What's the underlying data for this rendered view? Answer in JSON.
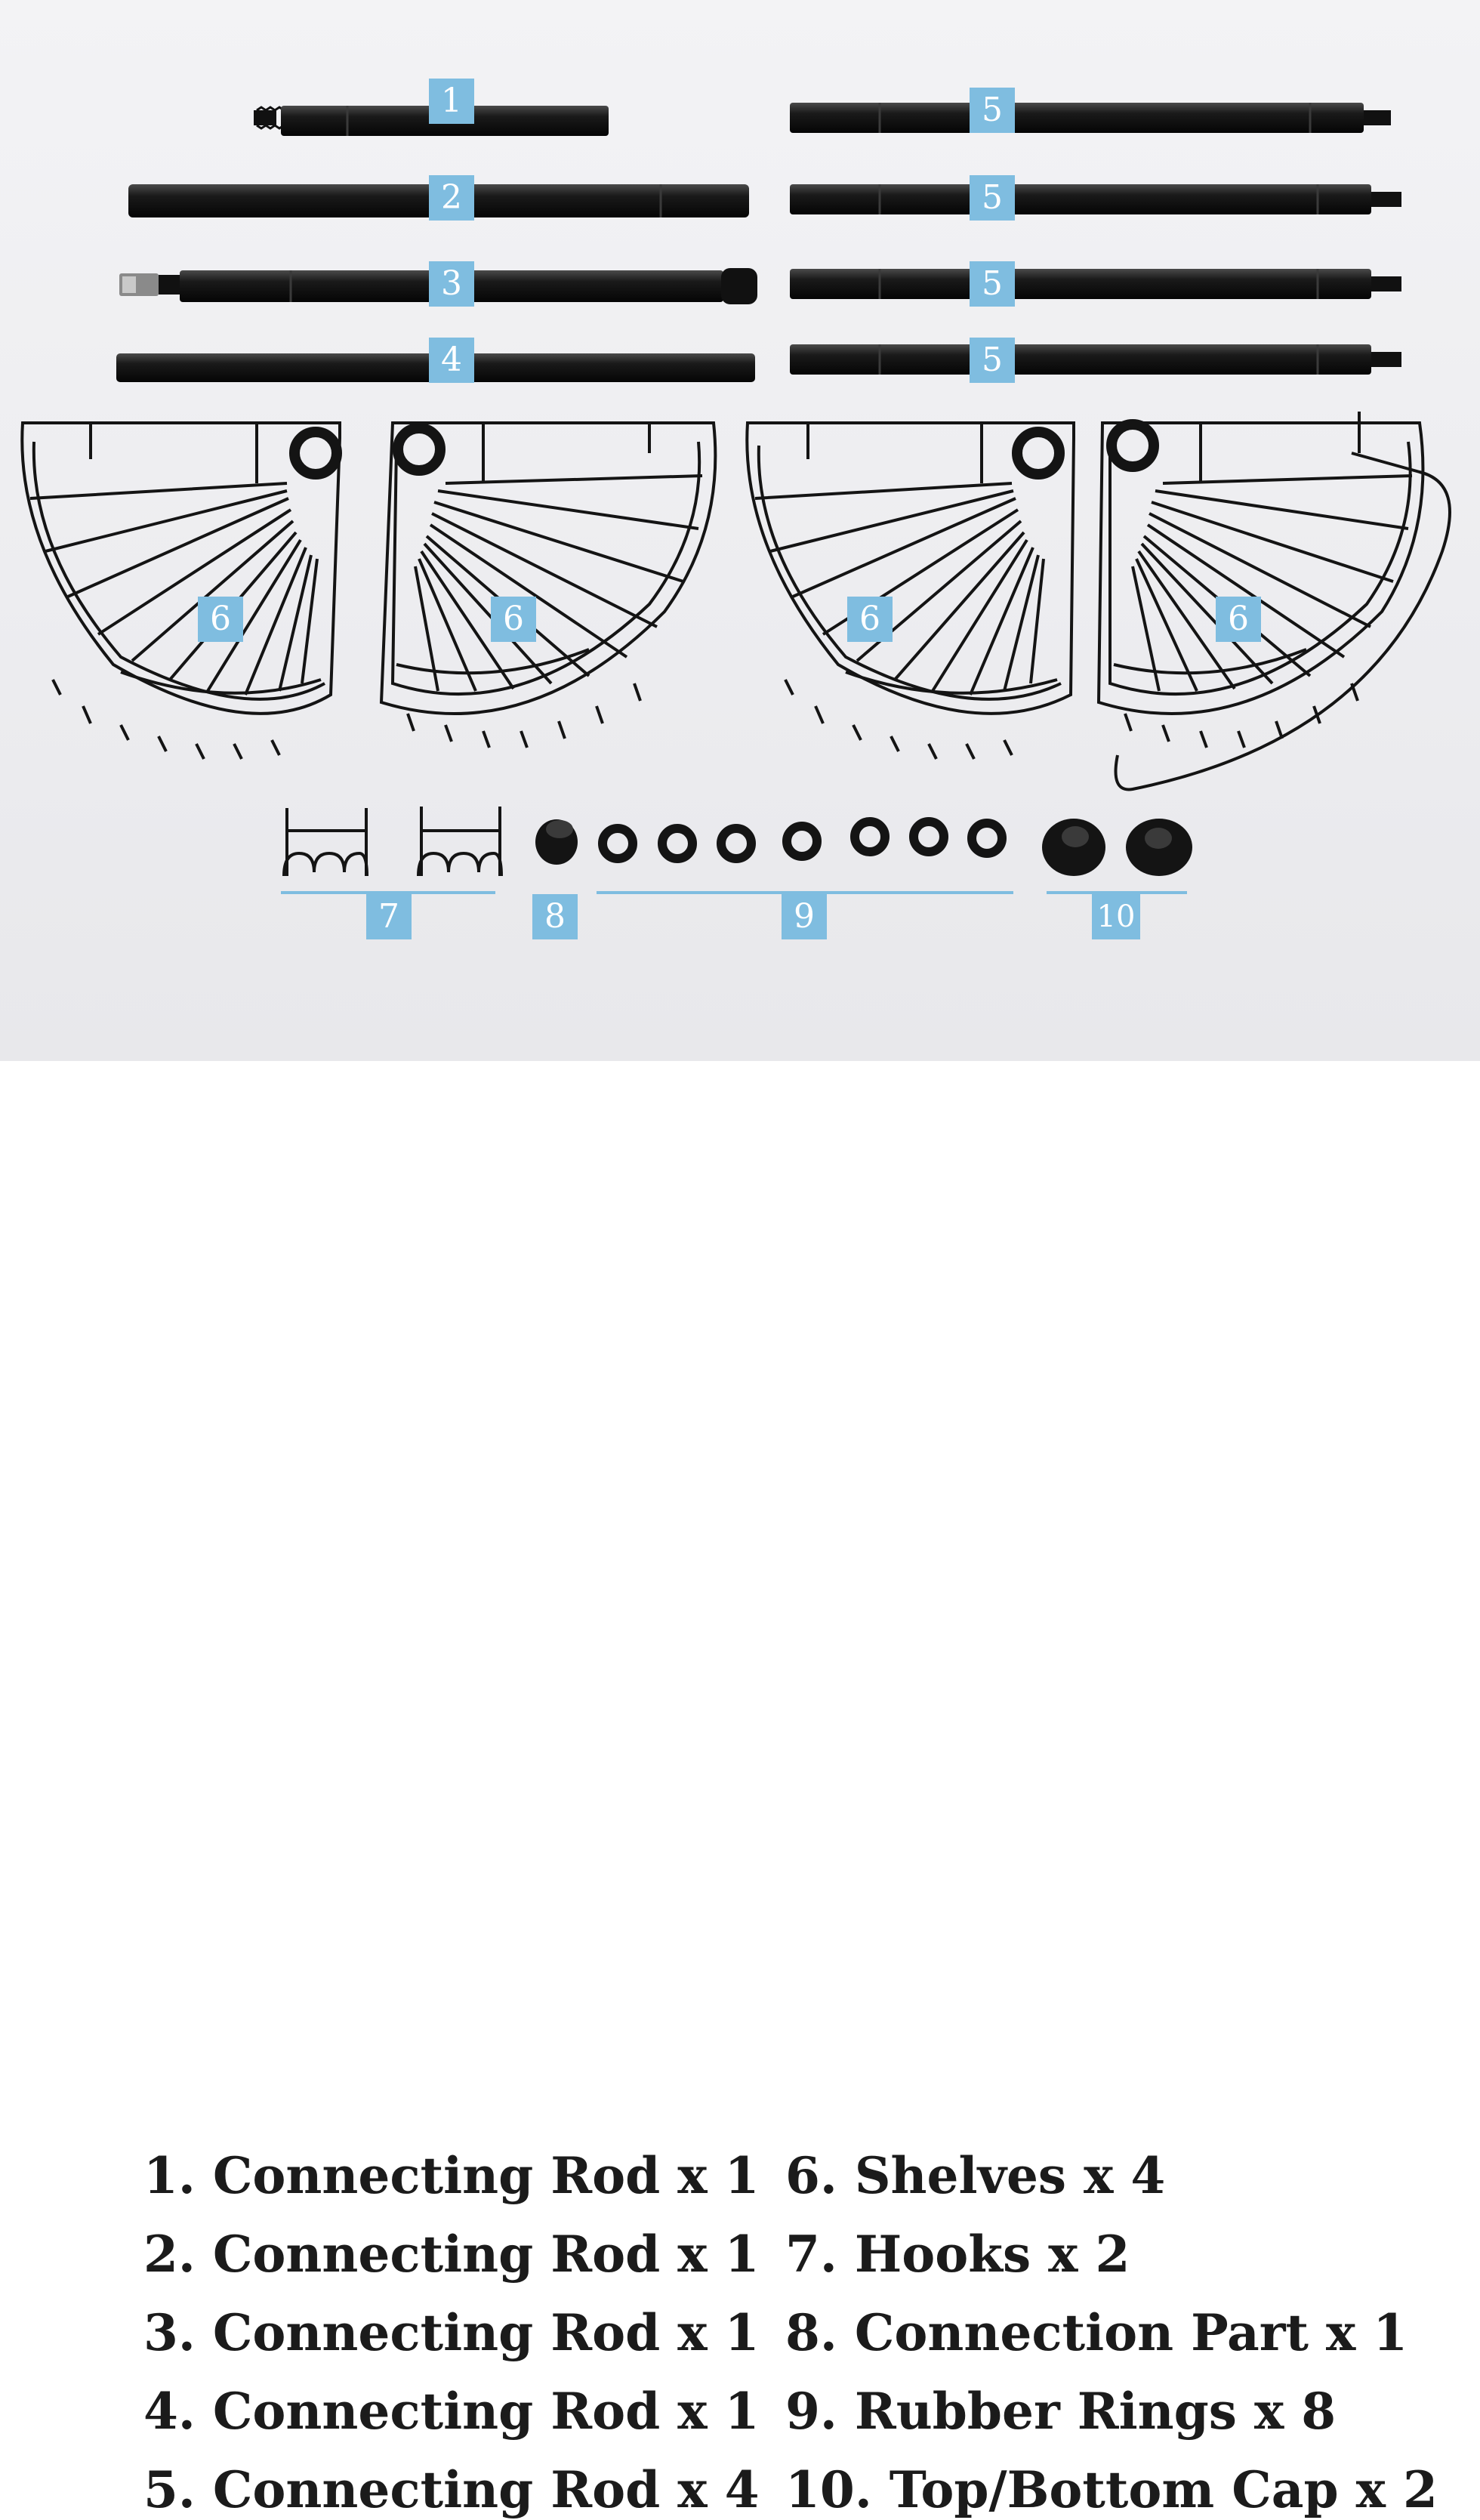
{
  "labels": {
    "rod1": "1",
    "rod2": "2",
    "rod3": "3",
    "rod4": "4",
    "rod5": "5",
    "shelf": "6",
    "hooks": "7",
    "connection_part": "8",
    "rubber_rings": "9",
    "caps": "10"
  },
  "legend": {
    "left": [
      "1. Connecting Rod x 1",
      "2. Connecting Rod x 1",
      "3. Connecting Rod x 1",
      "4. Connecting Rod x 1",
      "5. Connecting Rod x 4"
    ],
    "right": [
      "6. Shelves x 4",
      "7. Hooks x 2",
      "8. Connection Part x 1",
      "9. Rubber Rings x 8",
      "10. Top/Bottom Cap x 2"
    ]
  },
  "colors": {
    "label_bg": "#7fbde0",
    "parts": "#141414",
    "background": "#eeeef1"
  }
}
